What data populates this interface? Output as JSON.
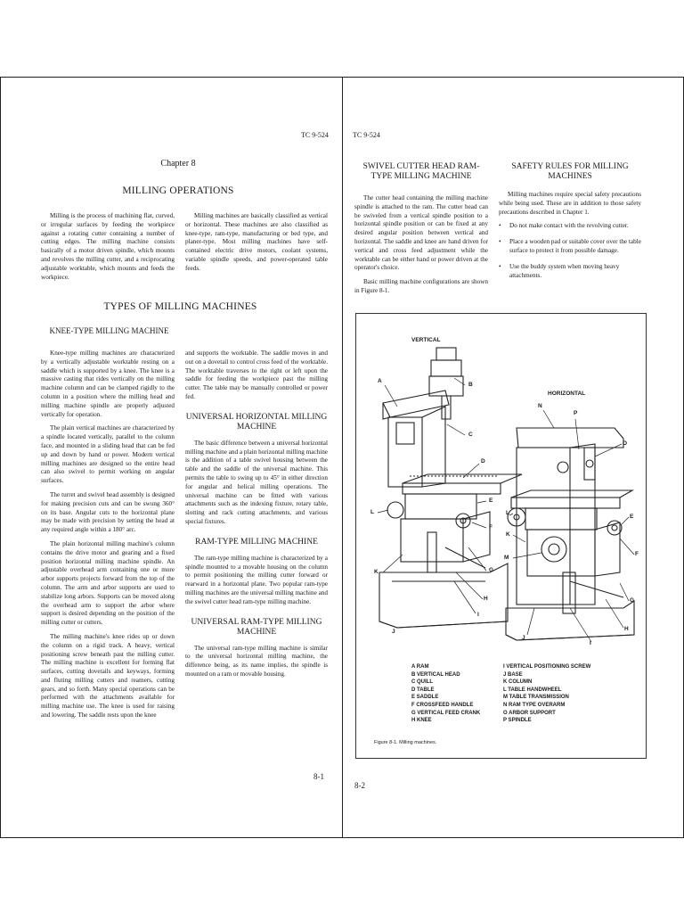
{
  "left_page": {
    "running_head": "TC 9-524",
    "chapter": "Chapter 8",
    "title": "MILLING OPERATIONS",
    "intro_col1": "Milling is the process of machining flat, curved, or irregular surfaces by feeding the workpiece against a rotating cutter containing a number of cutting edges. The milling machine consists basically of a motor driven spindle, which mounts and revolves the milling cutter, and a reciprocating adjustable worktable, which mounts and feeds the workpiece.",
    "intro_col2": "Milling machines are basically classified as vertical or horizontal. These machines are also classified as knee-type, ram-type, manufacturing or bed type, and planer-type. Most milling machines have self-contained electric drive motors, coolant systems, variable spindle speeds, and power-operated table feeds.",
    "section_heading": "TYPES OF MILLING MACHINES",
    "knee_heading": "KNEE-TYPE MILLING MACHINE",
    "col1_paragraphs": [
      "Knee-type milling machines are characterized by a vertically adjustable worktable resting on a saddle which is supported by a knee. The knee is a massive casting that rides vertically on the milling machine column and can be clamped rigidly to the column in a position where the milling head and milling machine spindle are properly adjusted vertically for operation.",
      "The plain vertical machines are characterized by a spindle located vertically, parallel to the column face, and mounted in a sliding head that can be fed up and down by hand or power. Modern vertical milling machines are designed so the entire head can also swivel to permit working on angular surfaces.",
      "The turret and swivel head assembly is designed for making precision cuts and can be swung 360° on its base. Angular cuts to the horizontal plane may be made with precision by setting the head at any required angle within a 180° arc.",
      "The plain horizontal milling machine's column contains the drive motor and gearing and a fixed position horizontal milling machine spindle. An adjustable overhead arm containing one or more arbor supports projects forward from the top of the column. The arm and arbor supports are used to stabilize long arbors. Supports can be moved along the overhead arm to support the arbor where support is desired depending on the position of the milling cutter or cutters.",
      "The milling machine's knee rides up or down the column on a rigid track. A heavy, vertical positioning screw beneath past the milling cutter. The milling machine is excellent for forming flat surfaces, cutting dovetails and keyways, forming and fluting milling cutters and reamers, cutting gears, and so forth. Many special operations can be performed with the attachments available for milling machine use. The knee is used for raising and lowering. The saddle rests upon the knee"
    ],
    "col2_para_top": "and supports the worktable. The saddle moves in and out on a dovetail to control cross feed of the worktable. The worktable traverses to the right or left upon the saddle for feeding the workpiece past the milling cutter. The table may be manually controlled or power fed.",
    "universal_heading": "UNIVERSAL HORIZONTAL MILLING MACHINE",
    "universal_para": "The basic difference between a universal horizontal milling machine and a plain horizontal milling machine is the addition of a table swivel housing between the table and the saddle of the universal machine. This permits the table to swing up to 45° in either direction for angular and helical milling operations. The universal machine can be fitted with various attachments such as the indexing fixture, rotary table, slotting and rack cutting attachments, and various special fixtures.",
    "ram_heading": "RAM-TYPE MILLING MACHINE",
    "ram_para": "The ram-type milling machine is characterized by a spindle mounted to a movable housing on the column to permit positioning the milling cutter forward or rearward in a horizontal plane. Two popular ram-type milling machines are the universal milling machine and the swivel cutter head ram-type milling machine.",
    "univ_ram_heading": "UNIVERSAL RAM-TYPE MILLING MACHINE",
    "univ_ram_para": "The universal ram-type milling machine is similar to the universal horizontal milling machine, the difference being, as its name implies, the spindle is mounted on a ram or movable housing.",
    "folio": "8-1"
  },
  "right_page": {
    "running_head": "TC 9-524",
    "swivel_heading": "SWIVEL CUTTER HEAD RAM-TYPE MILLING MACHINE",
    "swivel_para": "The cutter head containing the milling machine spindle is attached to the ram. The cutter head can be swiveled from a vertical spindle position to a horizontal spindle position or can be fixed at any desired angular position between vertical and horizontal. The saddle and knee are hand driven for vertical and cross feed adjustment while the worktable can be either hand or power driven at the operator's choice.",
    "basic_para": "Basic milling machine configurations are shown in Figure 8-1.",
    "safety_heading": "SAFETY RULES FOR MILLING MACHINES",
    "safety_para": "Milling machines require special safety precautions while being used. These are in addition to those safety precautions described in Chapter 1.",
    "safety_rules": [
      "Do not make contact with the revolving cutter.",
      "Place a wooden pad or suitable cover over the table surface to protect it from possible damage.",
      "Use the buddy system when moving heavy attachments."
    ],
    "figure": {
      "vertical_label": "VERTICAL",
      "horizontal_label": "HORIZONTAL",
      "legend_left": [
        "A RAM",
        "B VERTICAL HEAD",
        "C QUILL",
        "D TABLE",
        "E SADDLE",
        "F CROSSFEED HANDLE",
        "G VERTICAL FEED CRANK",
        "H KNEE"
      ],
      "legend_right": [
        "I VERTICAL POSITIONING SCREW",
        "J BASE",
        "K COLUMN",
        "L TABLE HANDWHEEL",
        "M TABLE TRANSMISSION",
        "N RAM TYPE OVERARM",
        "O ARBOR SUPPORT",
        "P SPINDLE"
      ],
      "caption": "Figure 8-1.  Milling machines."
    },
    "folio": "8-2"
  }
}
